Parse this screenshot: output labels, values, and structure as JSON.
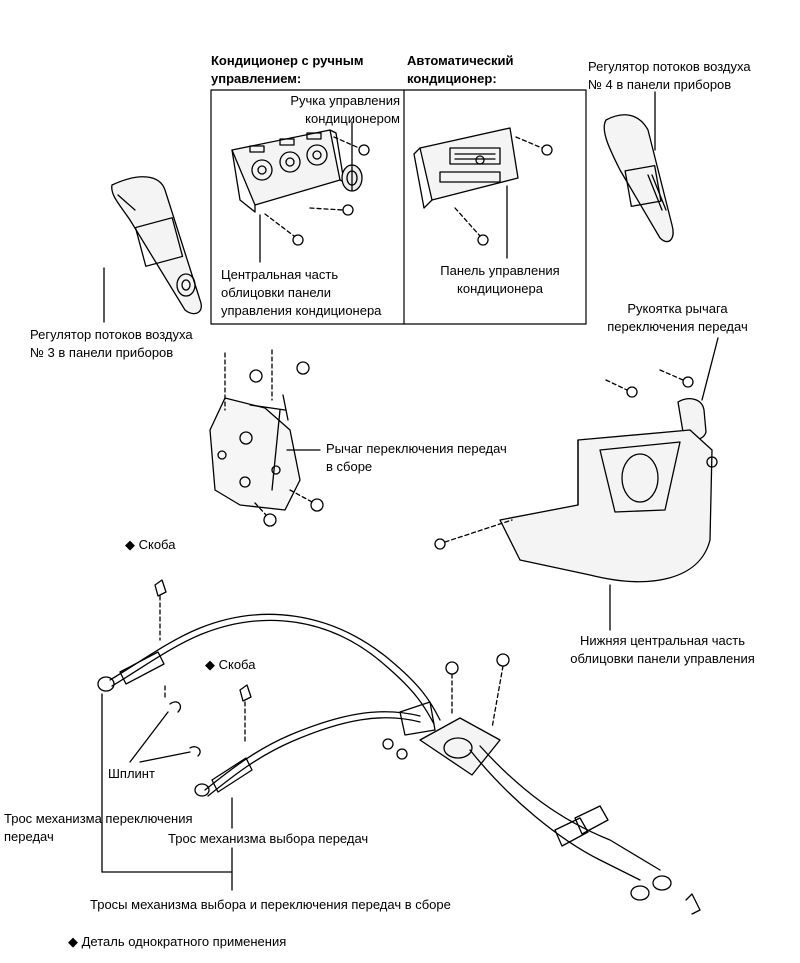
{
  "headers": {
    "manual_ac": "Кондиционер с ручным\nуправлением:",
    "auto_ac": "Автоматический\nкондиционер:"
  },
  "labels": {
    "ac_knob": "Ручка управления\nкондиционером",
    "center_cluster_trim": "Центральная часть\nоблицовки панели\nуправления кондиционера",
    "ac_control_panel": "Панель управления\nкондиционера",
    "air_register_3": "Регулятор потоков воздуха\n№ 3 в панели приборов",
    "air_register_4": "Регулятор потоков воздуха\n№ 4 в панели приборов",
    "shift_knob": "Рукоятка рычага\nпереключения передач",
    "shift_lever_assy": "Рычаг переключения передач\nв сборе",
    "lower_center_trim": "Нижняя центральная часть\nоблицовки панели управления",
    "clip_1": "◆ Скоба",
    "clip_2": "◆ Скоба",
    "cotter_pin": "Шплинт",
    "shift_cable": "Трос механизма переключения\nпередач",
    "select_cable": "Трос механизма выбора передач",
    "cable_assy": "Тросы механизма выбора и переключения передач в сборе",
    "legend_non_reusable": "◆ Деталь однократного применения"
  }
}
